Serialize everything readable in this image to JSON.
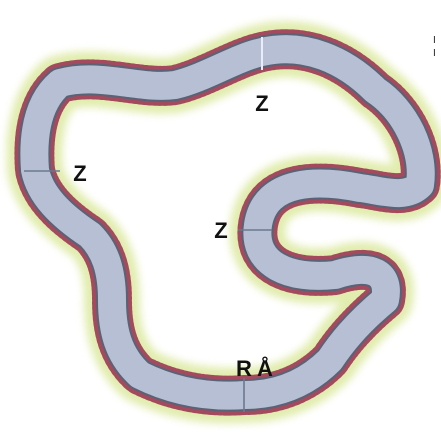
{
  "labels": {
    "z_top": "Z",
    "z_left": "Z",
    "z_center": "Z",
    "r_bottom": "R",
    "r_symbol": "Å"
  },
  "right_edge_marks": [
    "I",
    "I"
  ],
  "colors": {
    "band_fill": "#b6bfd3",
    "band_edge": "#5a6275",
    "dot_inner": "#c2567e",
    "dot_outer": "#a34a5e",
    "glow": "#dce9a0",
    "section_line": "#6b7890"
  }
}
